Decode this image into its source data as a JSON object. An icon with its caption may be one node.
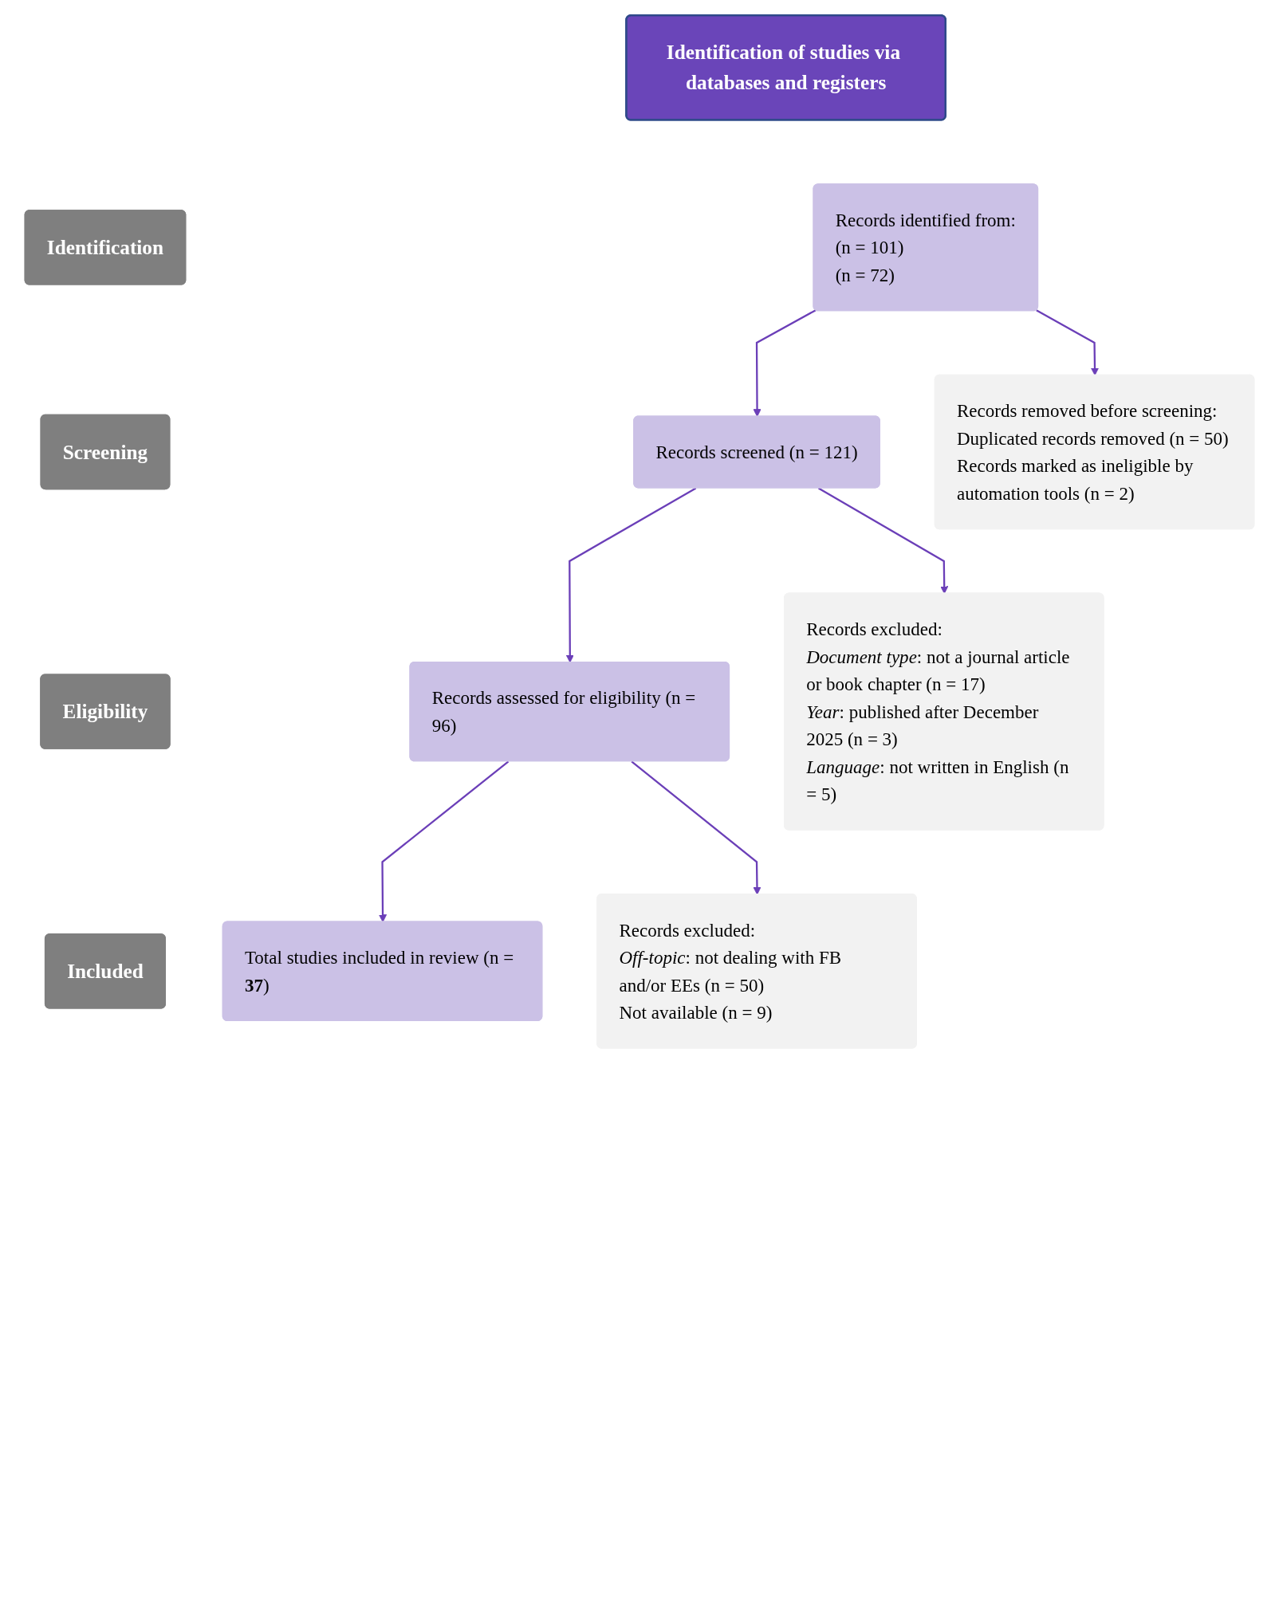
{
  "diagram": {
    "nodes": [
      {
        "text": [
          "Identification of studies via databases and registers"
        ]
      },
      {
        "text": [
          "Identification"
        ]
      },
      {
        "text": [
          "Records identified from:",
          "(n = 101)",
          "(n = 72)"
        ]
      },
      {
        "text": [
          "Records removed before screening:",
          "Duplicated records removed (n = 50)",
          "Records marked as ineligible by automation tools (n = 2)"
        ]
      },
      {
        "text": [
          "Screening"
        ]
      },
      {
        "text": [
          "Records screened (n = 121)"
        ]
      },
      {
        "text": [
          "Records excluded:",
          "*Document type*: not a journal article or book chapter (n = 17)",
          "*Year*: published after December 2025 (n = 3)",
          "*Language*: not written in English (n = 5)"
        ]
      },
      {
        "text": [
          "Eligibility"
        ]
      },
      {
        "text": [
          "Records assessed for eligibility (n = 96)"
        ]
      },
      {
        "text": [
          "Records excluded:",
          "*Off-topic*: not dealing with FB and/or EEs (n = 50)",
          "Not available (n = 9)"
        ]
      },
      {
        "text": [
          "Included"
        ]
      },
      {
        "text": [
          "Total studies included in review (n = **37**)"
        ]
      }
    ],
    "edges": [
      {
        "from": 2,
        "to": 5,
        "arrow": "to"
      },
      {
        "from": 2,
        "to": 3,
        "arrow": "to"
      },
      {
        "from": 5,
        "to": 8,
        "arrow": "to"
      },
      {
        "from": 5,
        "to": 6,
        "arrow": "to"
      },
      {
        "from": 8,
        "to": 11,
        "arrow": "to"
      },
      {
        "from": 8,
        "to": 9,
        "arrow": "to"
      }
    ]
  }
}
